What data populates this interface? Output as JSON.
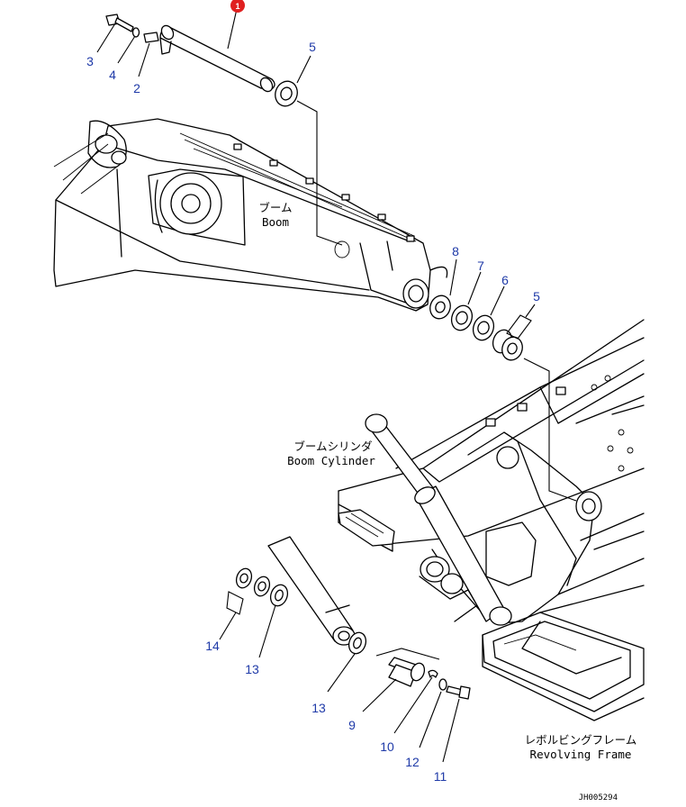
{
  "callouts": {
    "c1": "1",
    "c2": "2",
    "c3": "3",
    "c4": "4",
    "c5a": "5",
    "c5b": "5",
    "c6": "6",
    "c7": "7",
    "c8": "8",
    "c9": "9",
    "c10": "10",
    "c11": "11",
    "c12": "12",
    "c13a": "13",
    "c13b": "13",
    "c14": "14"
  },
  "labels": {
    "boom_jp": "ブーム",
    "boom_en": "Boom",
    "cylinder_jp": "ブームシリンダ",
    "cylinder_en": "Boom Cylinder",
    "frame_jp": "レボルビングフレーム",
    "frame_en": "Revolving Frame"
  },
  "drawing_code": "JH005294",
  "colors": {
    "callout": "#1f3aa8",
    "highlight_badge": "#e02020",
    "line": "#000000"
  }
}
